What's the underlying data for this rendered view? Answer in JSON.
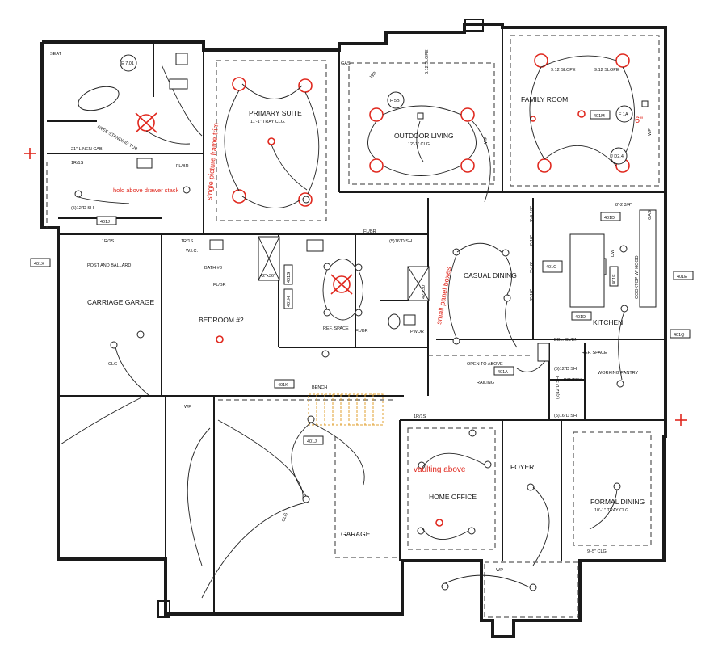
{
  "rooms": {
    "primary_suite": "PRIMARY SUITE",
    "primary_suite_clg": "11'-1\" TRAY CLG.",
    "outdoor_living": "OUTDOOR LIVING",
    "outdoor_living_clg": "12'-1\" CLG.",
    "family_room": "FAMILY ROOM",
    "casual_dining": "CASUAL DINING",
    "kitchen": "KITCHEN",
    "carriage_garage": "CARRIAGE GARAGE",
    "bedroom2": "BEDROOM #2",
    "garage": "GARAGE",
    "home_office": "HOME OFFICE",
    "foyer": "FOYER",
    "formal_dining": "FORMAL DINING",
    "formal_dining_clg": "10'-1\" TRAY CLG.",
    "foyer_clg": "9'-5\" CLG.",
    "wic": "W.I.C.",
    "bath3": "BATH #3",
    "pwdr": "PWDR",
    "pantry": "PANTRY",
    "working_pantry": "WORKING PANTRY",
    "open_to_above": "OPEN TO ABOVE",
    "railing": "RAILING",
    "free_standing_tub": "FREE STANDING TUB",
    "seat": "SEAT",
    "linen_cab": "21\" LINEN CAB.",
    "bench": "BENCH",
    "post_and_ballard": "POST AND BALLARD",
    "ref_space": "REF. SPACE",
    "ref_space2": "REF. SPACE",
    "dbl_oven": "DBL. OVEN",
    "cooktop_hood": "COOKTOP W/ HOOD",
    "dw": "DW",
    "gas": "GAS",
    "gas2": "GAS",
    "wp": "WP",
    "wp2": "WP",
    "wp3": "WP",
    "wp4": "WP",
    "wp5": "WP",
    "clg": "CLG",
    "clg2": "CLG",
    "fl_br": "FL/BR",
    "fl_br2": "FL/BR",
    "fl_br3": "FL/BR",
    "fl_br4": "FL/BR",
    "sh_12d": "(5)12\"D SH.",
    "sh_16d": "(5)16\"D SH.",
    "sh_16d_b": "(5)16\"D SH.",
    "sh_12d_b": "(5)12\"D SH.",
    "sh_12d_c": "(2)12\"D SH.",
    "rh_12": "1R/1S",
    "rh_13": "1R/1S",
    "rh_14": "1R/1S",
    "rh_15": "1R/1S",
    "shower": "42\"x36\"",
    "shower2": "42\"x30\"",
    "slope1": "9:12 SLOPE",
    "slope2": "9:12 SLOPE",
    "slope3": "6:12 SLOPE",
    "dim_823": "8'-2 3/4\"",
    "dim_34": "3'-4 1/2\"",
    "dim_210": "2'-10\"",
    "dim_310": "3'-10\"",
    "dim_210b": "2'-10\""
  },
  "tags": {
    "t401x": "401X",
    "t401j": "401J",
    "t401j_b": "401J",
    "t401k": "401K",
    "t401d": "401D",
    "t401c": "401C",
    "t401e": "401E",
    "t401m": "401M",
    "t401q": "401Q",
    "t401a": "401A",
    "t401f": "401F",
    "t401g": "401G",
    "t401h": "401H",
    "t401d_b": "401D",
    "e701": "E 7.01",
    "f5b": "F 5B",
    "f1a": "F 1A",
    "j_d2": "J D2.4"
  },
  "notes": {
    "picture_frame": "single picture frame trim",
    "hold_above": "hold above drawer stack",
    "panel_boxes": "small panel boxes",
    "vaulting_above": "vaulting above",
    "six_inch": "6\""
  },
  "colors": {
    "wall": "#1a1a1a",
    "fixture_red": "#e0281e",
    "stairs_orange": "#e0a030"
  }
}
